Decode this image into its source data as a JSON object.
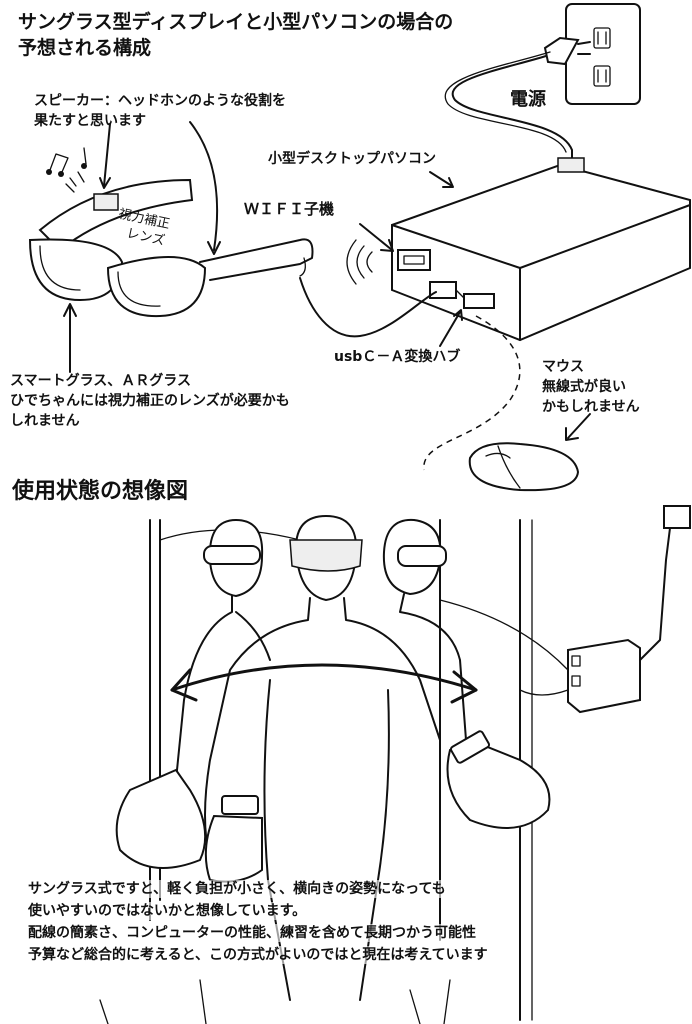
{
  "top": {
    "title_line1": "サングラス型ディスプレイと小型パソコンの場合の",
    "title_line2": "予想される構成",
    "power_label": "電源",
    "speaker_line1": "スピーカー：ヘッドホンのような役割を",
    "speaker_line2": "果たすと思います",
    "lens_line1": "視力補正",
    "lens_line2": "レンズ",
    "pc_label": "小型デスクトップパソコン",
    "wifi_label": "ＷＩＦＩ子機",
    "hub_label": "usbＣ－Ａ変換ハブ",
    "mouse_line1": "マウス",
    "mouse_line2": "無線式が良い",
    "mouse_line3": "かもしれません",
    "glasses_line1": "スマートグラス、ＡＲグラス",
    "glasses_line2": "ひでちゃんには視力補正のレンズが必要かも",
    "glasses_line3": "しれません"
  },
  "bottom": {
    "heading": "使用状態の想像図",
    "caption_line1": "サングラス式ですと、軽く負担が小さく、横向きの姿勢になっても",
    "caption_line2": "使いやすいのではないかと想像しています。",
    "caption_line3": "配線の簡素さ、コンピューターの性能、練習を含めて長期つかう可能性",
    "caption_line4": "予算など総合的に考えると、この方式がよいのではと現在は考えています"
  },
  "colors": {
    "ink": "#111111",
    "paper": "#ffffff"
  }
}
